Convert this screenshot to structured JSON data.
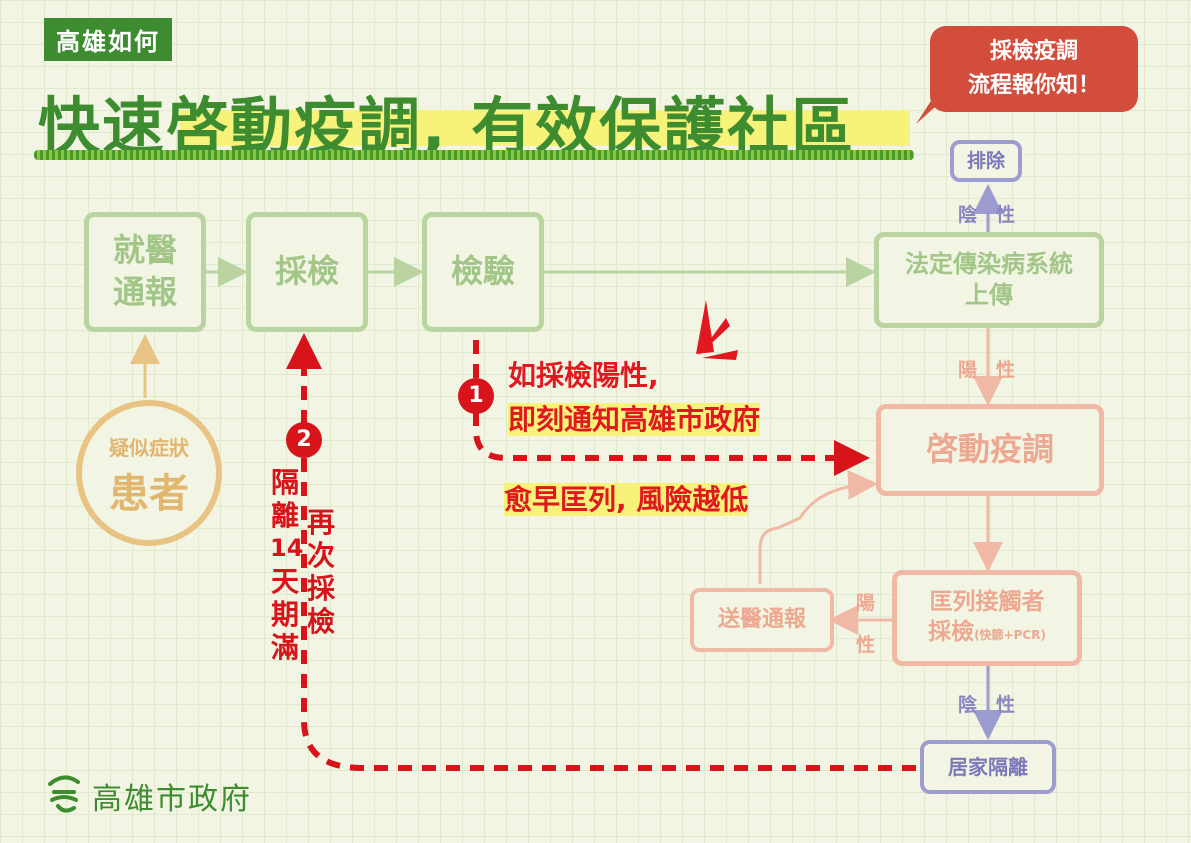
{
  "header": {
    "tag": "高雄如何",
    "headline": "快速啓動疫調, 有效保護社區"
  },
  "bubble": {
    "line1": "採檢疫調",
    "line2": "流程報你知！"
  },
  "nodes": {
    "medical_report": {
      "line1": "就醫",
      "line2": "通報"
    },
    "sampling": "採檢",
    "testing": "檢驗",
    "upload": {
      "line1": "法定傳染病系統",
      "line2": "上傳"
    },
    "exclude": "排除",
    "start_investigation": "啓動疫調",
    "contacts": {
      "line1": "匡列接觸者",
      "line2": "採檢",
      "note": "(快篩+PCR)"
    },
    "hospital_report": "送醫通報",
    "home_isolation": "居家隔離",
    "patient": {
      "line1": "疑似症狀",
      "line2": "患者"
    }
  },
  "edge_labels": {
    "negative_chars": [
      "陰",
      "性"
    ],
    "positive_chars": [
      "陽",
      "性"
    ]
  },
  "callout1": {
    "number": "1",
    "line1": "如採檢陽性,",
    "line2": "即刻通知高雄市政府",
    "line3": "愈早匡列, 風險越低"
  },
  "callout2": {
    "number": "2",
    "col1": [
      "隔",
      "離",
      "14",
      "天",
      "期",
      "滿"
    ],
    "col2": [
      "再",
      "次",
      "採",
      "檢"
    ]
  },
  "footer": {
    "org": "高雄市政府"
  },
  "colors": {
    "green": "#3d8c2f",
    "red": "#d7141a",
    "bubble": "#d24d3c"
  }
}
